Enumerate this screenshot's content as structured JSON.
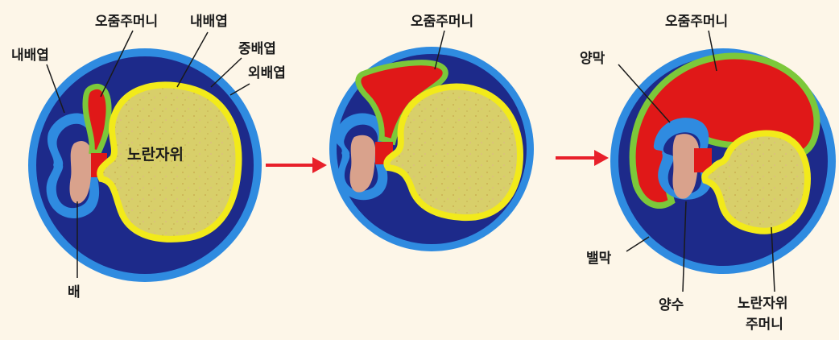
{
  "diagram": {
    "stage1": {
      "allantois": "오줌주머니",
      "endoderm_left": "내배엽",
      "endoderm_top": "내배엽",
      "mesoderm": "중배엽",
      "ectoderm": "외배엽",
      "yolk": "노란자위",
      "embryo": "배"
    },
    "stage2": {
      "allantois": "오줌주머니"
    },
    "stage3": {
      "allantois": "오줌주머니",
      "amnion": "양막",
      "chorion": "밸막",
      "amniotic_fluid": "양수",
      "yolk_sac_line1": "노란자위",
      "yolk_sac_line2": "주머니"
    }
  },
  "colors": {
    "background": "#fdf6e8",
    "outer_ring": "#2f8be0",
    "body": "#1d2a8a",
    "allantois": "#e01818",
    "mesoderm": "#7cc83a",
    "endoderm": "#f2ea1a",
    "yolk": "#d8cf6a",
    "embryo": "#d9a28c",
    "arrow": "#e8202a"
  },
  "icons": [
    "right-arrow-icon",
    "right-arrow-icon"
  ]
}
